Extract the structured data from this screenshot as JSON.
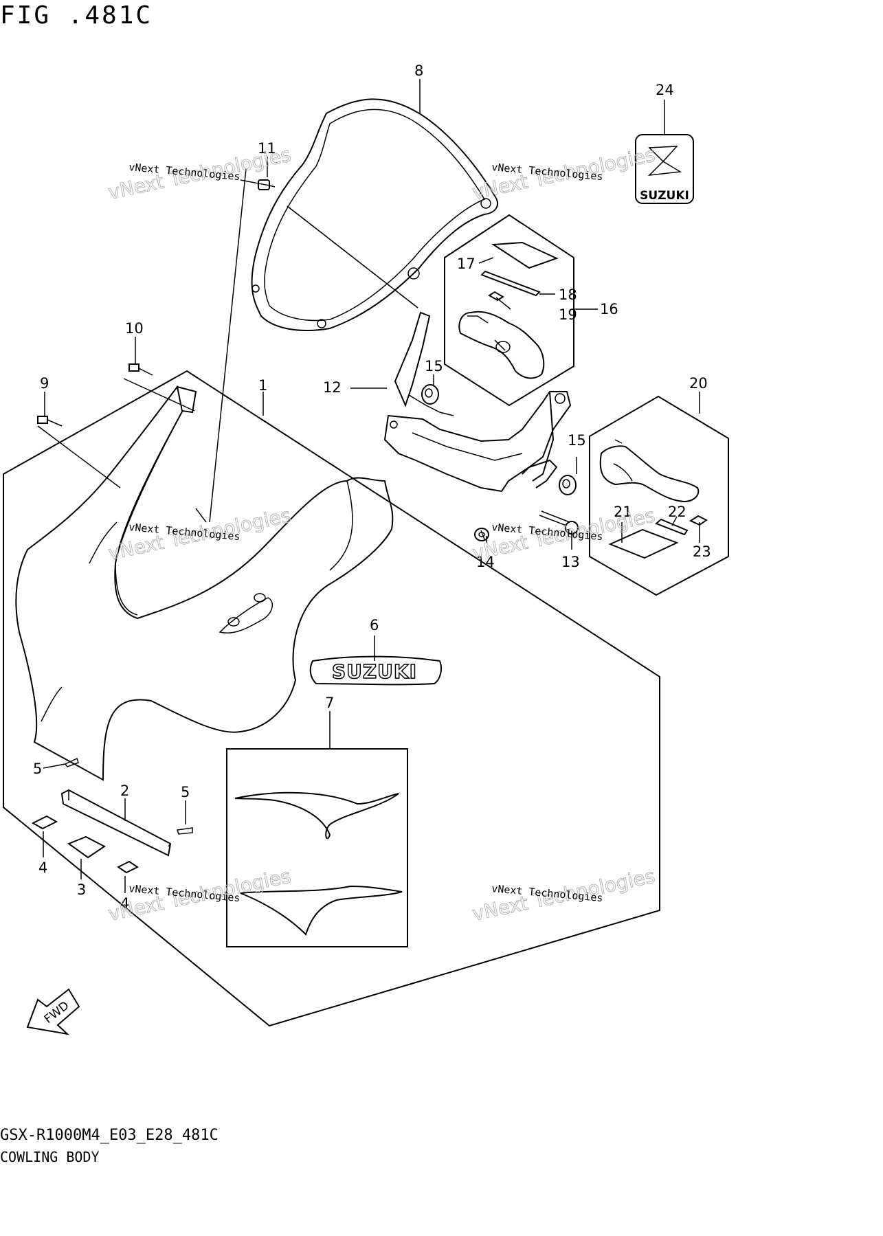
{
  "header": {
    "figure_title": "FIG .481C"
  },
  "footer": {
    "model_code": "GSX-R1000M4_E03_E28_481C",
    "section_name": "COWLING BODY"
  },
  "watermark": {
    "line": "vNext Technologies",
    "big": "vNext Technologies"
  },
  "fwd_label": "FWD",
  "decals": {
    "emblem_text": "SUZUKI",
    "badge_text": "SUZUKI"
  },
  "callouts": {
    "p1": "1",
    "p2": "2",
    "p3": "3",
    "p4": "4",
    "p4b": "4",
    "p5a": "5",
    "p5b": "5",
    "p6": "6",
    "p7": "7",
    "p8": "8",
    "p9": "9",
    "p10": "10",
    "p11": "11",
    "p12": "12",
    "p13": "13",
    "p14": "14",
    "p15a": "15",
    "p15b": "15",
    "p16": "16",
    "p17": "17",
    "p18": "18",
    "p19": "19",
    "p20": "20",
    "p21": "21",
    "p22": "22",
    "p23": "23",
    "p24": "24"
  }
}
